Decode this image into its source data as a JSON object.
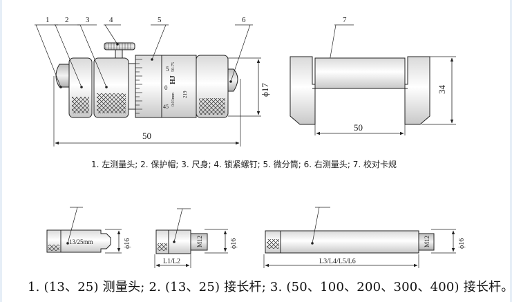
{
  "callouts": {
    "c1": "1",
    "c2": "2",
    "c3": "3",
    "c4": "4",
    "c5": "5",
    "c6": "6",
    "c7": "7"
  },
  "dimensions": {
    "micrometer_length": "50",
    "head_diameter": "ϕ17",
    "gauge_height": "34",
    "gauge_length": "50"
  },
  "scale_marks": {
    "top": "5",
    "middle": "0",
    "bottom": "45"
  },
  "barrel_text": {
    "range": "50-75",
    "resolution": "0.01mm",
    "brand_mark": "HJ",
    "serial": "219"
  },
  "top_caption": "1. 左测量头; 2. 保护帽; 3. 尺身; 4. 锁紧螺钉; 5. 微分筒; 6. 右测量头; 7. 校对卡规",
  "accessories": {
    "head_label": "13/25mm",
    "head_diameter": "ϕ16",
    "rod1_thread": "M12",
    "rod1_diameter": "ϕ16",
    "rod1_length": "L1/L2",
    "rod2_thread": "M12",
    "rod2_diameter": "ϕ16",
    "rod2_length": "L3/L4/L5/L6"
  },
  "bottom_caption": "1. (13、25) 测量头; 2. (13、25) 接长杆; 3. (50、100、200、300、400) 接长杆。"
}
